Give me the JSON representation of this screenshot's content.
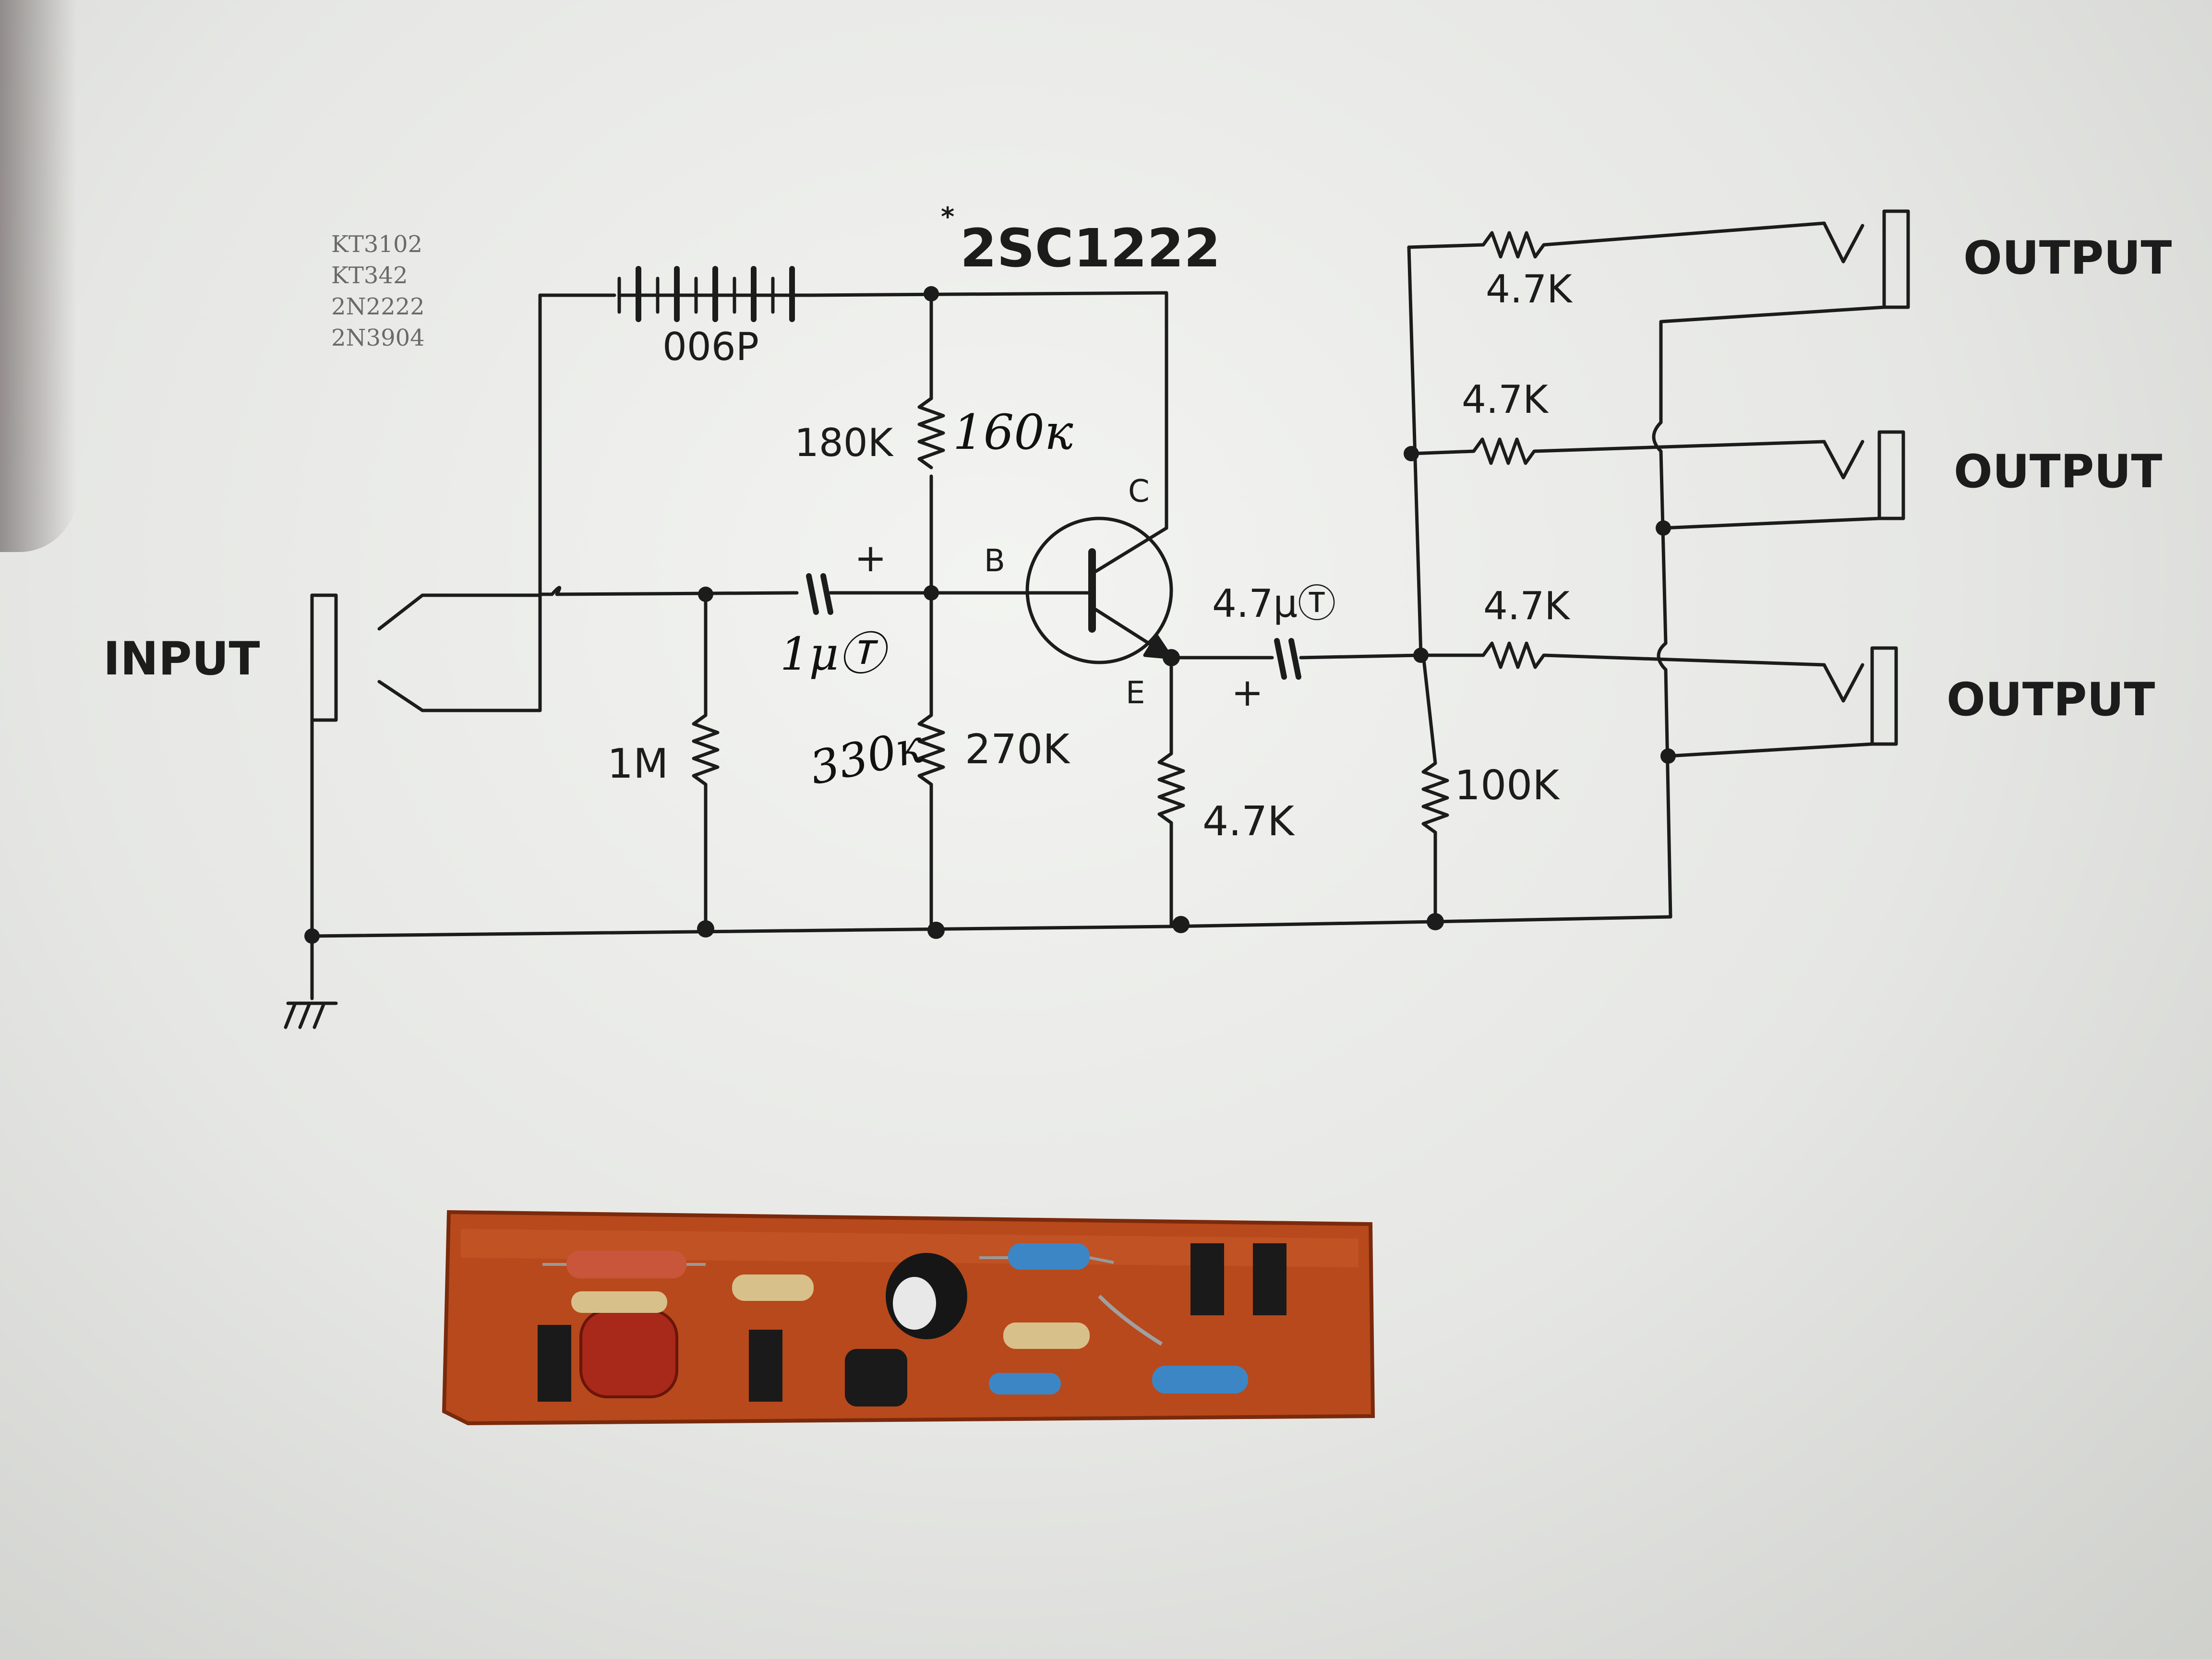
{
  "diagram": {
    "transistor_part": "2SC1222",
    "transistor_mark": "*",
    "handwritten_alternatives": [
      "KT3102",
      "KT342",
      "2N2222",
      "2N3904"
    ],
    "battery": "006P",
    "input_label": "INPUT",
    "output_labels": [
      "OUTPUT",
      "OUTPUT",
      "OUTPUT"
    ],
    "resistors": {
      "base_upper": "180K",
      "base_upper_hand": "160к",
      "base_lower": "270K",
      "base_lower_hand": "330к",
      "input": "1M",
      "emitter": "4.7K",
      "output_shunt": "100K",
      "out1": "4.7K",
      "out2": "4.7K",
      "out3": "4.7K"
    },
    "capacitors": {
      "input": "1μⓉ",
      "output": "4.7μⓉ"
    },
    "pins": {
      "collector": "C",
      "base": "B",
      "emitter": "E"
    },
    "polarity": "+"
  },
  "colors": {
    "ink": "#1c1c1c",
    "pcb": "#b8491c",
    "pcb_dark": "#7a2a0c",
    "resistor_blue": "#3d86c6",
    "resistor_beige": "#d8c08a"
  }
}
